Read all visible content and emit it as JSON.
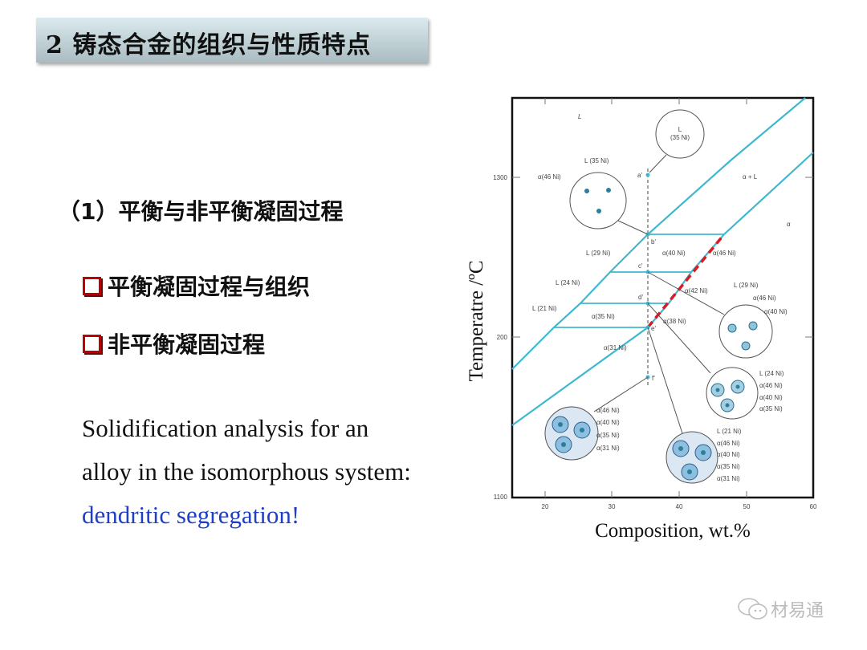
{
  "title": "2 铸态合金的组织与性质特点",
  "section_heading": "（1）平衡与非平衡凝固过程",
  "bullets": [
    "平衡凝固过程与组织",
    "非平衡凝固过程"
  ],
  "paragraph": {
    "lines": [
      "Solidification analysis for an",
      "alloy in the isomorphous system:"
    ],
    "highlight": "dendritic segregation!",
    "highlight_color": "#1f3fc4"
  },
  "diagram": {
    "ylabel": "Temperatre /ºC",
    "xlabel": "Composition, wt.%",
    "y_ticks": [
      "1300",
      "200",
      "1100"
    ],
    "x_ticks": [
      "20",
      "30",
      "40",
      "50",
      "60"
    ],
    "line_color": "#3fb8cf",
    "dashed_color": "#e0191e",
    "region_labels": [
      "L",
      "α + L",
      "α"
    ],
    "point_labels": [
      "a'",
      "b'",
      "c'",
      "d'",
      "e'",
      "f'"
    ],
    "labels": [
      "L",
      "(35 Ni)",
      "L (35 Ni)",
      "α(46 Ni)",
      "L (29 Ni)",
      "α(40 Ni)",
      "α(46 Ni)",
      "L (24 Ni)",
      "α(42 Ni)",
      "L (21 Ni)",
      "α(35 Ni)",
      "α(38 Ni)",
      "α(31 Ni)",
      "L (29 Ni)",
      "α(46 Ni)",
      "α(40 Ni)",
      "L (24 Ni)",
      "α(46 Ni)",
      "α(40 Ni)",
      "α(35 Ni)",
      "α(46 Ni)",
      "α(40 Ni)",
      "α(35 Ni)",
      "α(31 Ni)",
      "L (21 Ni)",
      "α(46 Ni)",
      "α(40 Ni)",
      "α(35 Ni)",
      "α(31 Ni)"
    ]
  },
  "watermark": "材易通"
}
